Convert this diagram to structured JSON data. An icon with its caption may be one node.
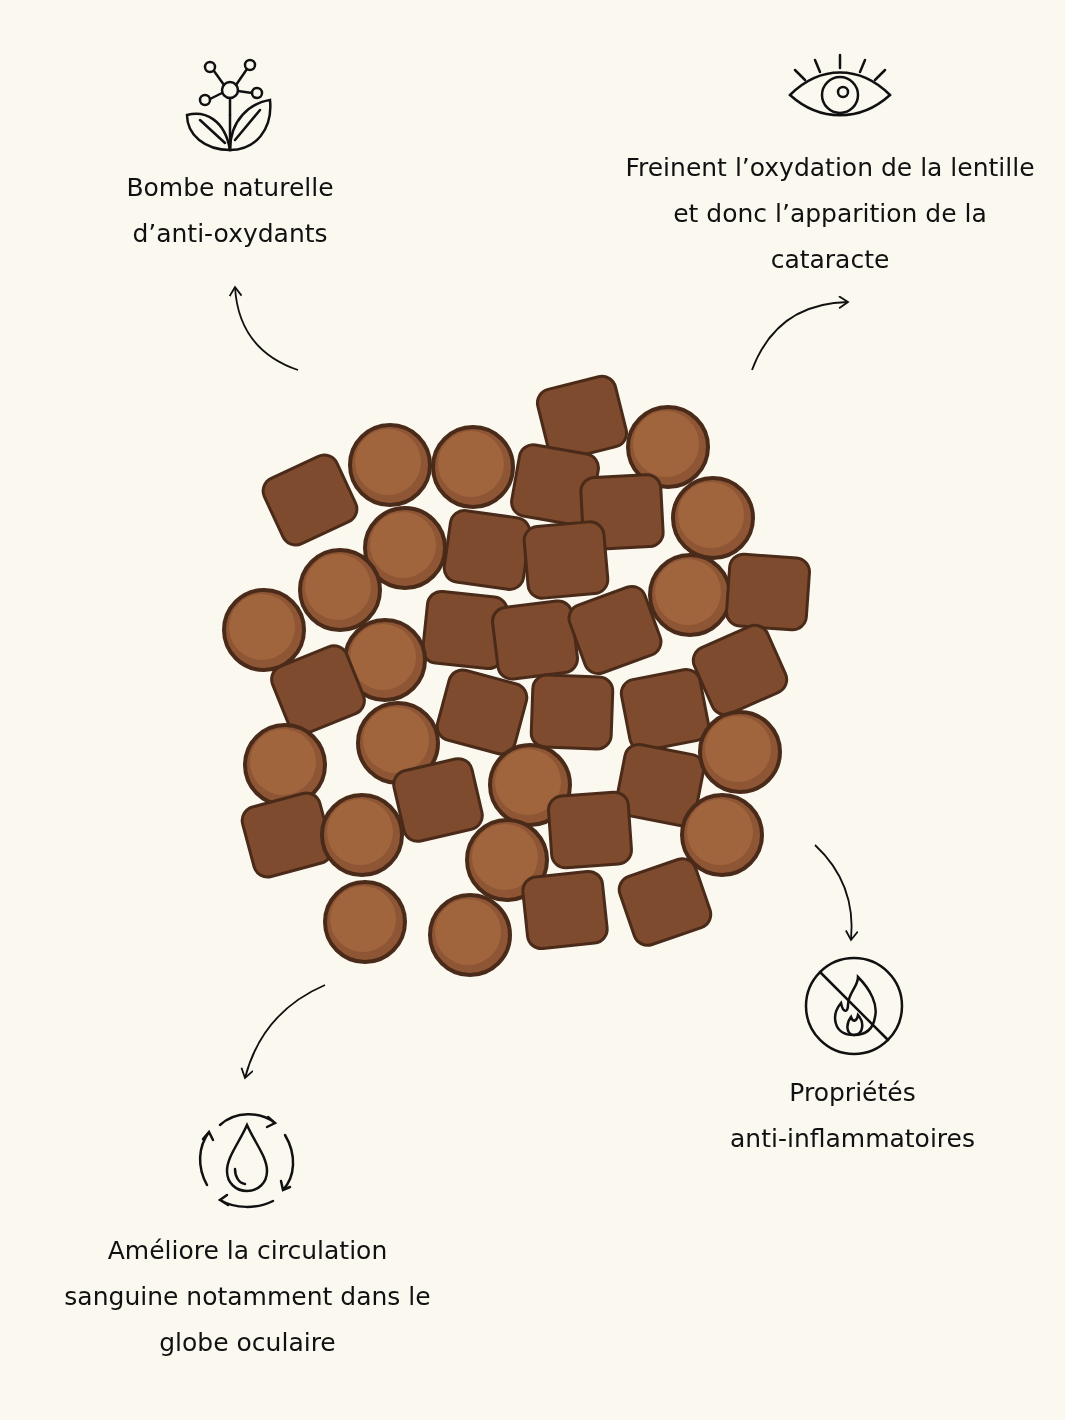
{
  "diagram": {
    "nodes": [
      {
        "text": [],
        "shape": "picture"
      },
      {
        "text": [
          "Bombe naturelle d’anti-oxydants"
        ]
      },
      {
        "text": [
          "Freinent l’oxydation de la lentille et donc l’apparition de la cataracte"
        ]
      },
      {
        "text": [
          "Propriétés anti-inflammatoires"
        ]
      },
      {
        "text": [
          "Améliore la circulation sanguine notamment dans le globe oculaire"
        ]
      }
    ],
    "edges": [
      {
        "from": 0,
        "to": 1,
        "arrow": "to"
      },
      {
        "from": 0,
        "to": 2,
        "arrow": "to"
      },
      {
        "from": 0,
        "to": 3,
        "arrow": "to"
      },
      {
        "from": 0,
        "to": 4,
        "arrow": "to"
      }
    ]
  }
}
